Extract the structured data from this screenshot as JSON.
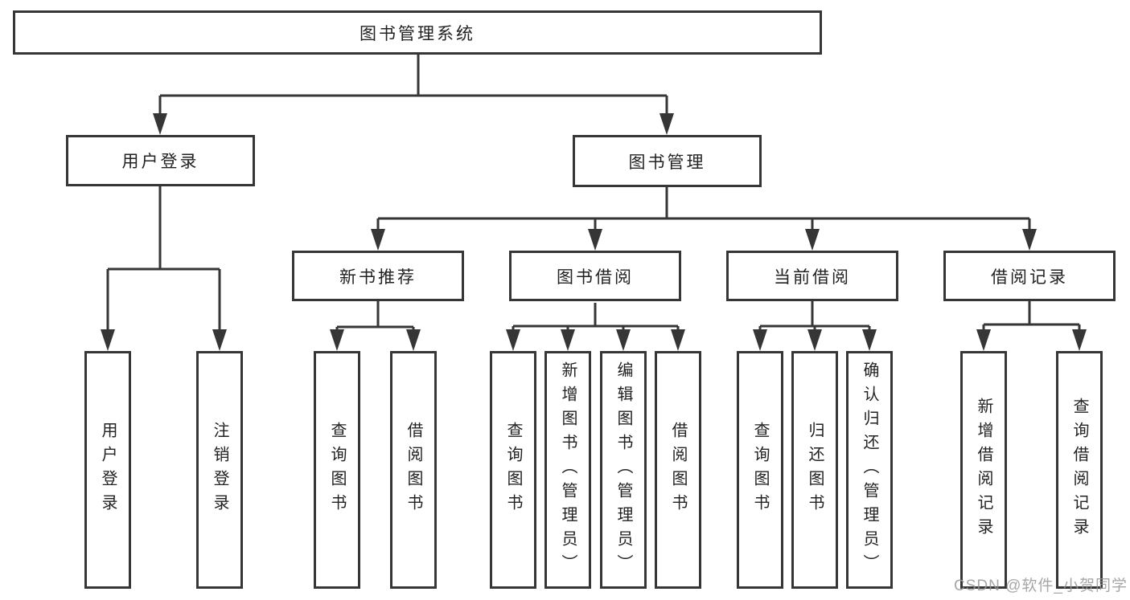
{
  "tree": {
    "label": "图书管理系统",
    "children": [
      {
        "label": "用户登录",
        "children": [
          {
            "label": "用户登录"
          },
          {
            "label": "注销登录"
          }
        ]
      },
      {
        "label": "图书管理",
        "children": [
          {
            "label": "新书推荐",
            "children": [
              {
                "label": "查询图书"
              },
              {
                "label": "借阅图书"
              }
            ]
          },
          {
            "label": "图书借阅",
            "children": [
              {
                "label": "查询图书"
              },
              {
                "label": "新增图书（管理员）"
              },
              {
                "label": "编辑图书（管理员）"
              },
              {
                "label": "借阅图书"
              }
            ]
          },
          {
            "label": "当前借阅",
            "children": [
              {
                "label": "查询图书"
              },
              {
                "label": "归还图书"
              },
              {
                "label": "确认归还（管理员）"
              }
            ]
          },
          {
            "label": "借阅记录",
            "children": [
              {
                "label": "新增借阅记录"
              },
              {
                "label": "查询借阅记录"
              }
            ]
          }
        ]
      }
    ]
  },
  "watermark": {
    "text": "CSDN @软件_小贺同学"
  },
  "colors": {
    "line": "#363636",
    "box_border": "#363636",
    "text": "#222222",
    "watermark": "#969696",
    "background": "#ffffff"
  }
}
